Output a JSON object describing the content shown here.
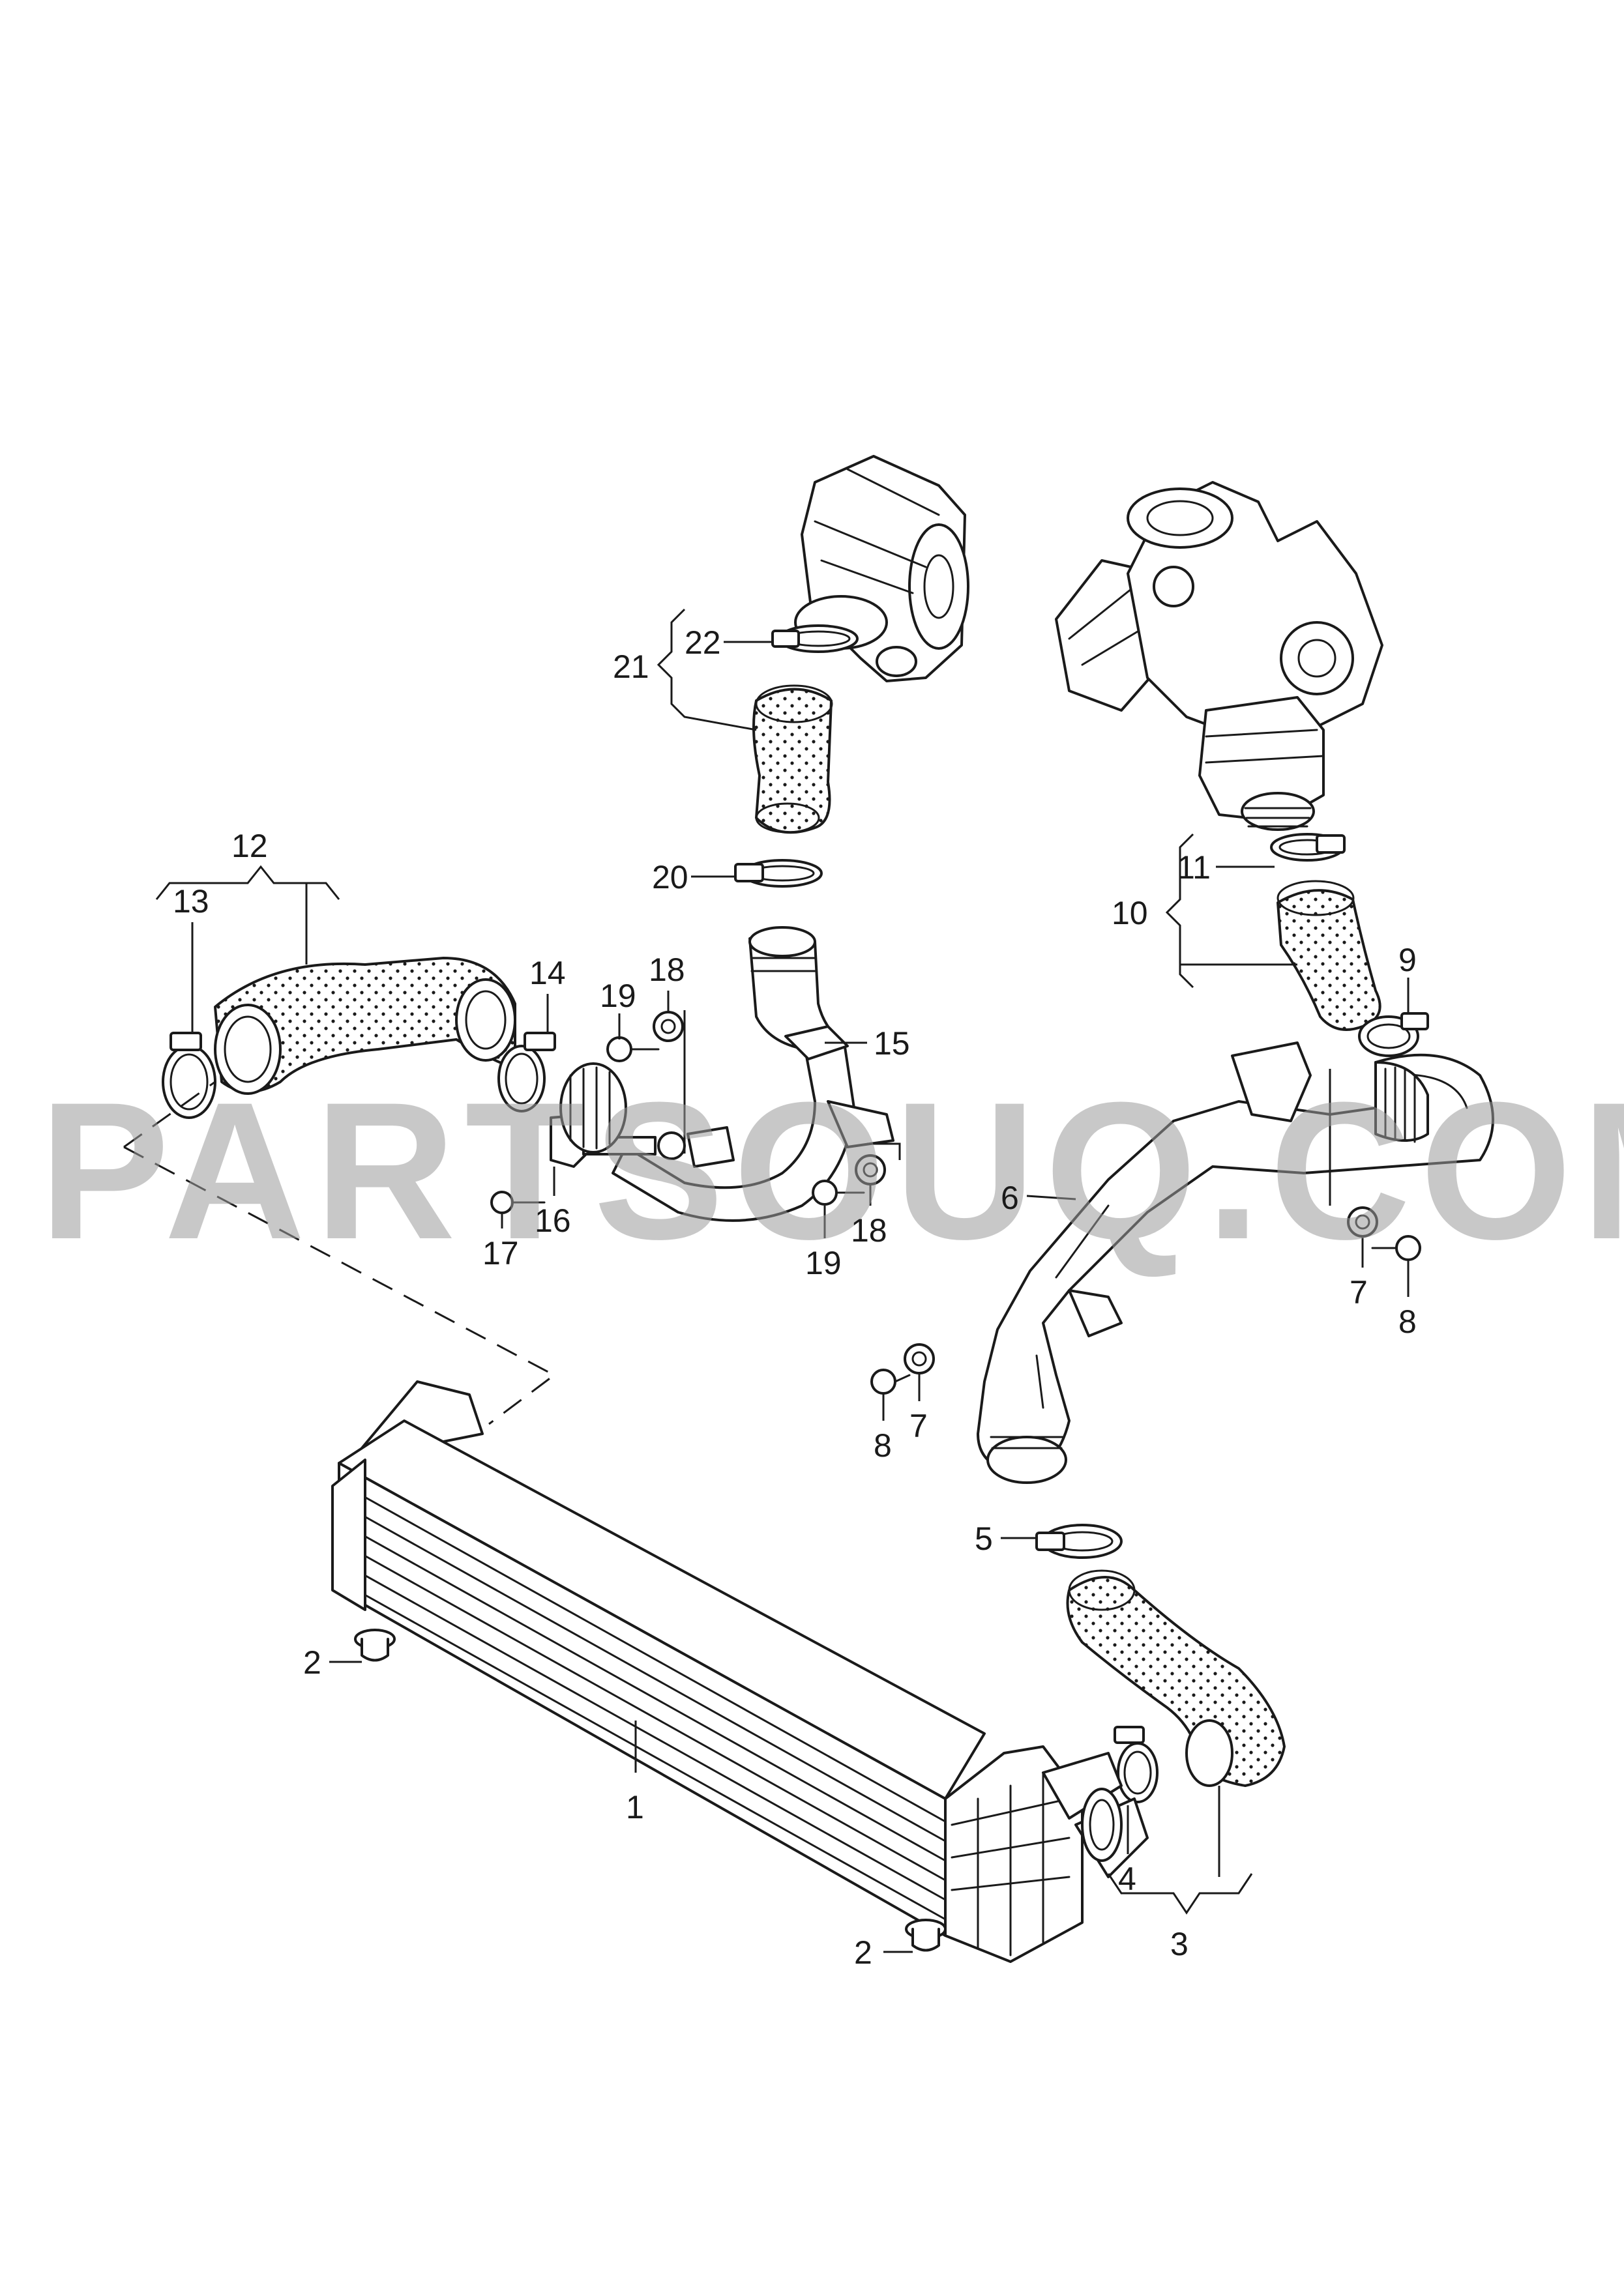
{
  "diagram": {
    "watermark": "PARTSOUQ.COM",
    "callouts": [
      {
        "id": "c1",
        "text": "1"
      },
      {
        "id": "c2a",
        "text": "2"
      },
      {
        "id": "c2b",
        "text": "2"
      },
      {
        "id": "c3",
        "text": "3"
      },
      {
        "id": "c4",
        "text": "4"
      },
      {
        "id": "c5",
        "text": "5"
      },
      {
        "id": "c6",
        "text": "6"
      },
      {
        "id": "c7a",
        "text": "7"
      },
      {
        "id": "c7b",
        "text": "7"
      },
      {
        "id": "c8a",
        "text": "8"
      },
      {
        "id": "c8b",
        "text": "8"
      },
      {
        "id": "c9",
        "text": "9"
      },
      {
        "id": "c10",
        "text": "10"
      },
      {
        "id": "c11",
        "text": "11"
      },
      {
        "id": "c12",
        "text": "12"
      },
      {
        "id": "c13",
        "text": "13"
      },
      {
        "id": "c14",
        "text": "14"
      },
      {
        "id": "c15",
        "text": "15"
      },
      {
        "id": "c16",
        "text": "16"
      },
      {
        "id": "c17",
        "text": "17"
      },
      {
        "id": "c18a",
        "text": "18"
      },
      {
        "id": "c18b",
        "text": "18"
      },
      {
        "id": "c19a",
        "text": "19"
      },
      {
        "id": "c19b",
        "text": "19"
      },
      {
        "id": "c20",
        "text": "20"
      },
      {
        "id": "c21",
        "text": "21"
      },
      {
        "id": "c22",
        "text": "22"
      }
    ]
  }
}
